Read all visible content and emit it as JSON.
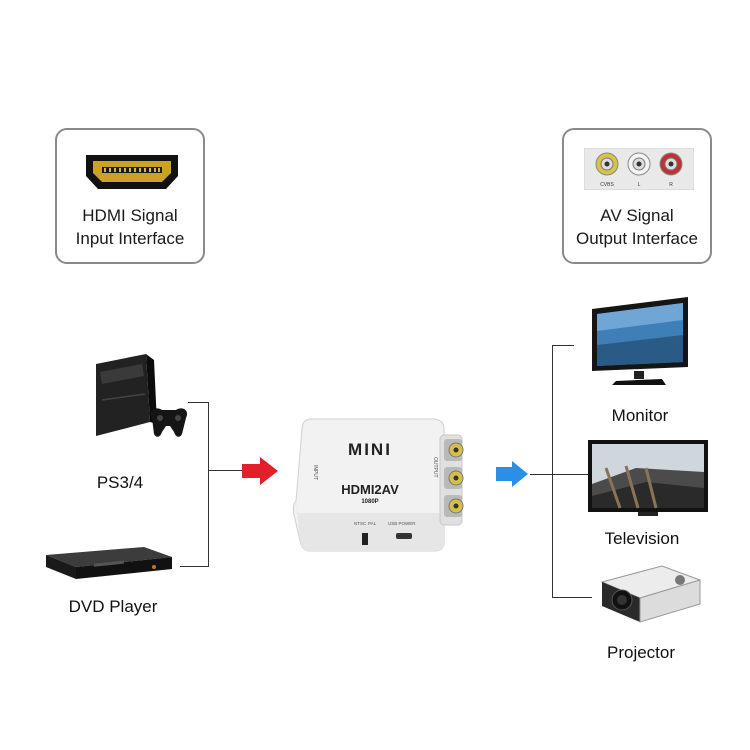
{
  "input_card": {
    "line1": "HDMI Signal",
    "line2": "Input Interface"
  },
  "output_card": {
    "line1": "AV Signal",
    "line2": "Output Interface",
    "jack_labels": [
      "CVBS",
      "L",
      "R"
    ]
  },
  "sources": [
    {
      "label": "PS3/4",
      "icon": "game-console-icon"
    },
    {
      "label": "DVD Player",
      "icon": "dvd-player-icon"
    }
  ],
  "device": {
    "brand": "MINI",
    "model": "HDMI2AV",
    "resolution": "1080P",
    "input_label": "INPUT",
    "output_label": "OUTPUT",
    "switch_label_a": "NTSC",
    "switch_label_b": "PAL",
    "power_label": "USB POWER"
  },
  "outputs": [
    {
      "label": "Monitor",
      "icon": "monitor-icon"
    },
    {
      "label": "Television",
      "icon": "television-icon"
    },
    {
      "label": "Projector",
      "icon": "projector-icon"
    }
  ],
  "colors": {
    "input_arrow": "#e3202a",
    "output_arrow": "#2b8fe6"
  }
}
